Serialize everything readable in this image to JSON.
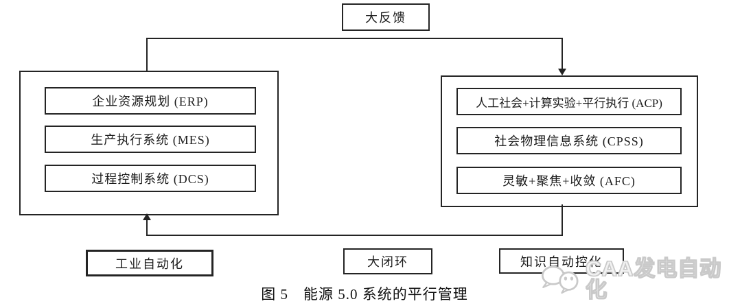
{
  "colors": {
    "line": "#242424",
    "bg": "#ffffff",
    "watermark": "#c9c9c9"
  },
  "top": {
    "feedback_label": "大反馈"
  },
  "left_panel": {
    "items": [
      "企业资源规划 (ERP)",
      "生产执行系统 (MES)",
      "过程控制系统 (DCS)"
    ]
  },
  "right_panel": {
    "items": [
      "人工社会+计算实验+平行执行 (ACP)",
      "社会物理信息系统 (CPSS)",
      "灵敏+聚焦+收敛 (AFC)"
    ]
  },
  "bottom": {
    "labels": [
      "工业自动化",
      "大闭环",
      "知识自动控化"
    ]
  },
  "caption": "图 5　能源 5.0 系统的平行管理",
  "watermark": {
    "text": "CAA发电自动化",
    "icon": "chat-bubbles-icon"
  }
}
